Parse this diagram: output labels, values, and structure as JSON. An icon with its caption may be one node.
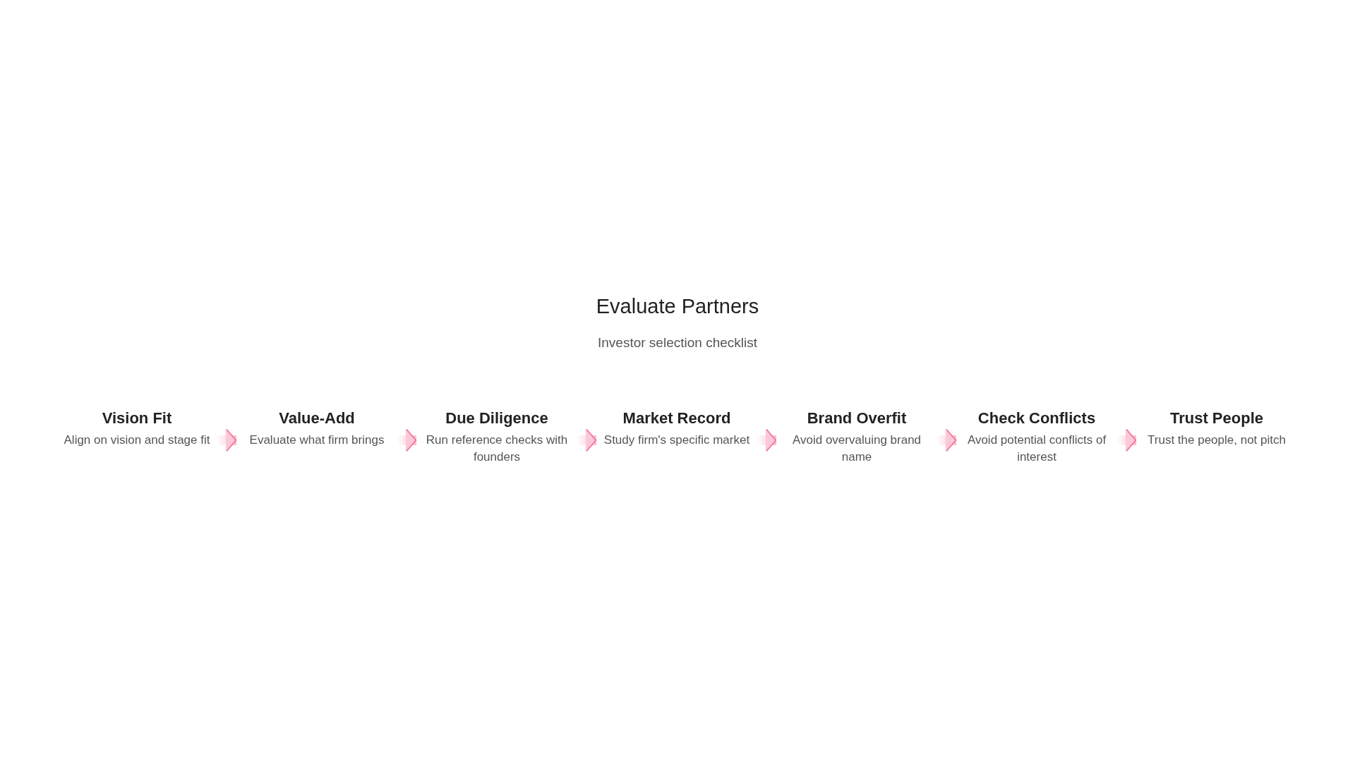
{
  "diagram": {
    "title": "Evaluate Partners",
    "nodes": [
      {
        "text": [
          "Vision Fit",
          "Align on vision and stage fit"
        ]
      },
      {
        "text": [
          "Value-Add",
          "Evaluate what firm brings"
        ]
      },
      {
        "text": [
          "Due Diligence",
          "Run reference checks with founders"
        ]
      },
      {
        "text": [
          "Market Record",
          "Study firm's specific market"
        ]
      },
      {
        "text": [
          "Brand Overfit",
          "Avoid overvaluing brand name"
        ]
      },
      {
        "text": [
          "Check Conflicts",
          "Avoid potential conflicts of interest"
        ]
      },
      {
        "text": [
          "Trust People",
          "Trust the people, not pitch"
        ]
      }
    ],
    "edges": [
      {
        "from": 0,
        "to": 1,
        "arrow": "to"
      },
      {
        "from": 1,
        "to": 2,
        "arrow": "to"
      },
      {
        "from": 2,
        "to": 3,
        "arrow": "to"
      },
      {
        "from": 3,
        "to": 4,
        "arrow": "to"
      },
      {
        "from": 4,
        "to": 5,
        "arrow": "to"
      },
      {
        "from": 5,
        "to": 6,
        "arrow": "to"
      }
    ],
    "labels": [
      "Investor selection checklist"
    ]
  }
}
